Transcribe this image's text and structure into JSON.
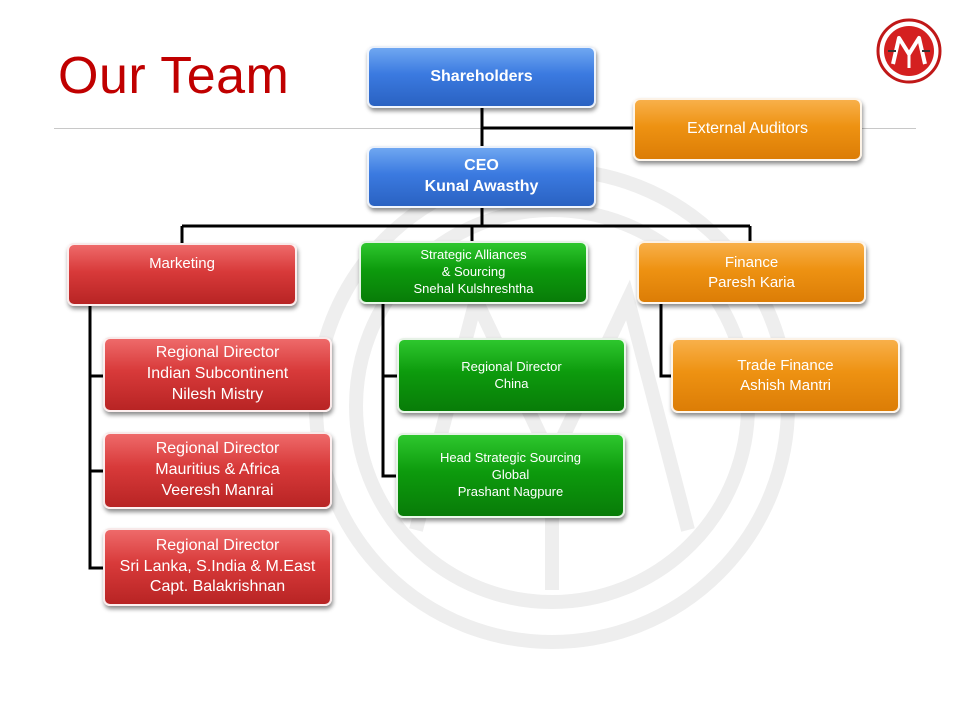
{
  "title": "Our Team",
  "colors": {
    "title": "#c00000",
    "blue": "#3b7ae0",
    "red": "#d83a3a",
    "green": "#0d9b0d",
    "orange": "#ee9212"
  },
  "logo": {
    "icon": "company-logo-m-icon"
  },
  "nodes": {
    "shareholders": {
      "line1": "Shareholders"
    },
    "external_auditors": {
      "line1": "External Auditors"
    },
    "ceo": {
      "line1": "CEO",
      "line2": "Kunal Awasthy"
    },
    "marketing": {
      "line1": "Marketing"
    },
    "strategic": {
      "line1": "Strategic Alliances",
      "line2": "& Sourcing",
      "line3": "Snehal Kulshreshtha"
    },
    "finance": {
      "line1": "Finance",
      "line2": "Paresh Karia"
    },
    "rd_indian": {
      "line1": "Regional Director",
      "line2": "Indian Subcontinent",
      "line3": "Nilesh Mistry"
    },
    "rd_mauritius": {
      "line1": "Regional Director",
      "line2": "Mauritius & Africa",
      "line3": "Veeresh Manrai"
    },
    "rd_srilanka": {
      "line1": "Regional Director",
      "line2": "Sri Lanka, S.India & M.East",
      "line3": "Capt. Balakrishnan"
    },
    "rd_china": {
      "line1": "Regional Director",
      "line2": "China"
    },
    "head_sourcing": {
      "line1": "Head Strategic Sourcing",
      "line2": "Global",
      "line3": "Prashant Nagpure"
    },
    "trade_finance": {
      "line1": "Trade Finance",
      "line2": "Ashish Mantri"
    }
  }
}
